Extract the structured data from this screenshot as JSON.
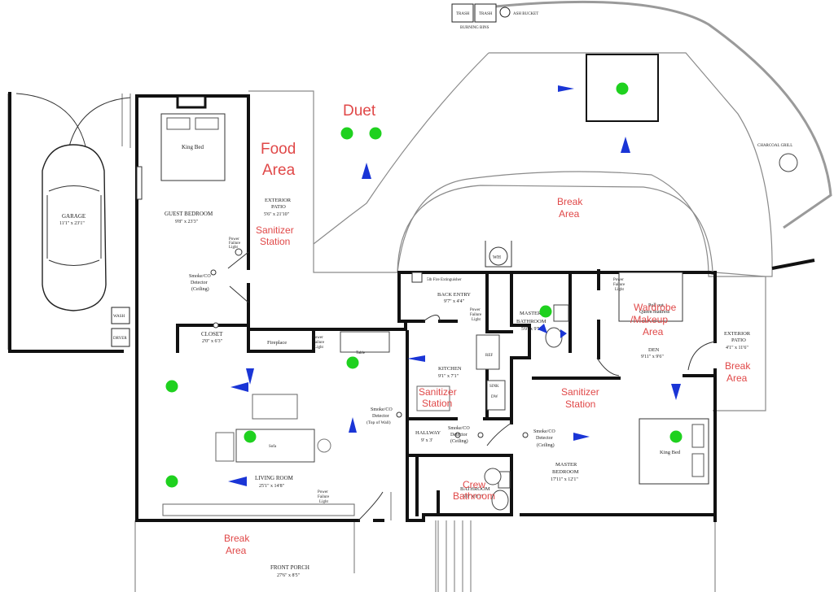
{
  "colors": {
    "marker": "#1fd11f",
    "camera": "#1a35d6",
    "zone": "#e04848",
    "wall": "#111111"
  },
  "icons": {
    "marker": "green-dot",
    "camera": "blue-triangle"
  },
  "top": {
    "trash1": "TRASH",
    "trash2": "TRASH",
    "ash_bucket": "ASH BUCKET",
    "bins_label": "BURNING BINS",
    "charcoal_grill": "CHARCOAL GRILL"
  },
  "rooms": {
    "garage": {
      "name": "GARAGE",
      "size": "11'1\" x 23'1\""
    },
    "washer": "WASH",
    "dryer": "DRYER",
    "guest_bedroom": {
      "name": "GUEST BEDROOM",
      "size": "9'8\" x 23'3\""
    },
    "king_bed_guest": "King Bed",
    "closet": {
      "name": "CLOSET",
      "size": "2'0\" x 6'3\""
    },
    "fireplace": "Fireplace",
    "smoke_guest": [
      "Smoke/CO",
      "Detector",
      "(Ceiling)"
    ],
    "power_guest": [
      "Power",
      "Failure",
      "Light"
    ],
    "exterior_patio_west": {
      "name": "EXTERIOR",
      "line2": "PATIO",
      "size": "5'6\" x 21'10\""
    },
    "back_entry": {
      "name": "BACK ENTRY",
      "size": "9'7\" x 4'4\""
    },
    "fire_ext": "5lb Fire Extinguisher",
    "power_back": [
      "Power",
      "Failure",
      "Light"
    ],
    "wh": "WH",
    "master_bath": {
      "name": "MASTER",
      "line2": "BATHROOM",
      "size": "5'0\" x 9'5\""
    },
    "den": {
      "name": "DEN",
      "size": "9'11\" x 9'6\""
    },
    "den_mattress": [
      "Pull out",
      "Queen mattress"
    ],
    "power_den": [
      "Power",
      "Failure",
      "Light"
    ],
    "exterior_patio_east": {
      "name": "EXTERIOR",
      "line2": "PATIO",
      "size": "4'1\" x 11'6\""
    },
    "kitchen": {
      "name": "KITCHEN",
      "size": "9'1\" x 7'1\""
    },
    "ref": "REF",
    "sink": [
      "SINK",
      "DW"
    ],
    "table": "Table",
    "power_living_top": [
      "Power",
      "Failure",
      "Light"
    ],
    "smoke_living": [
      "Smoke/CO",
      "Detector",
      "(Top of Wall)"
    ],
    "sofa": "Sofa",
    "living_room": {
      "name": "LIVING ROOM",
      "size": "25'1\" x 14'8\""
    },
    "power_living_bottom": [
      "Power",
      "Failure",
      "Light"
    ],
    "hallway": {
      "name": "HALLWAY",
      "size": "9' x 3'"
    },
    "smoke_hall": [
      "Smoke/CO",
      "Detector",
      "(Ceiling)"
    ],
    "smoke_master": [
      "Smoke/CO",
      "Detector",
      "(Ceiling)"
    ],
    "bathroom": {
      "name": "BATHROOM",
      "size": "5'0\" x 8'3\""
    },
    "master_bedroom": {
      "name": "MASTER",
      "line2": "BEDROOM",
      "size": "17'11\" x 12'1\""
    },
    "king_bed_master": "King Bed",
    "front_porch": {
      "name": "FRONT PORCH",
      "size": "27'6\" x 8'5\""
    }
  },
  "zones": {
    "duet": "Duet",
    "food_area": [
      "Food",
      "Area"
    ],
    "sanitizer_patio": [
      "Sanitizer",
      "Station"
    ],
    "break_top": [
      "Break",
      "Area"
    ],
    "wardrobe_makeup": [
      "Wardrobe",
      "/Makeup",
      "Area"
    ],
    "break_east": [
      "Break",
      "Area"
    ],
    "sanitizer_kitchen": [
      "Sanitizer",
      "Station"
    ],
    "sanitizer_master": [
      "Sanitizer",
      "Station"
    ],
    "crew_bathroom": [
      "Crew",
      "Bathroom"
    ],
    "break_front": [
      "Break",
      "Area"
    ]
  }
}
